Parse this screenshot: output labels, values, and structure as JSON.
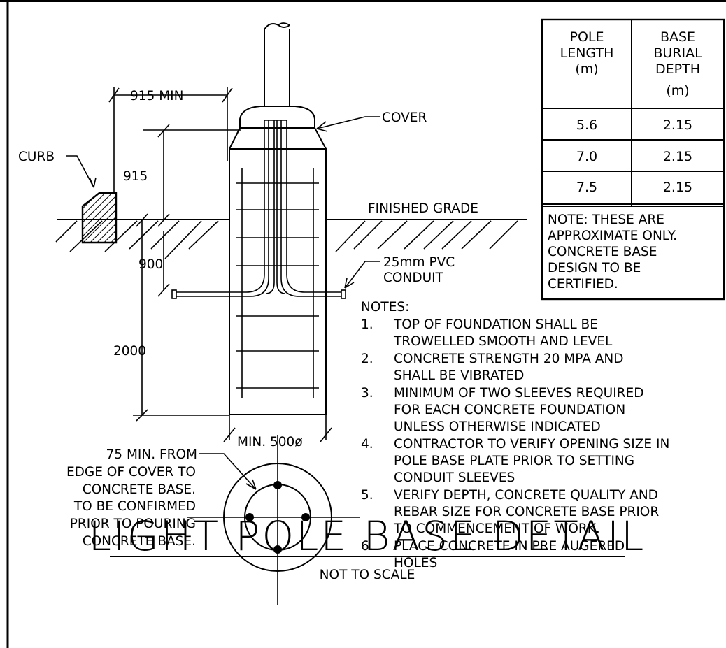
{
  "labels": {
    "dim_915_min": "915 MIN",
    "cover": "COVER",
    "curb": "CURB",
    "dim_915": "915",
    "finished_grade": "FINISHED GRADE",
    "dim_900": "900",
    "conduit_1": "25mm PVC",
    "conduit_2": "CONDUIT",
    "dim_2000": "2000",
    "min_500": "MIN. 500ø"
  },
  "plan_note": [
    "75 MIN. FROM",
    "EDGE OF COVER TO",
    "CONCRETE BASE.",
    "TO BE CONFIRMED",
    "PRIOR TO POURING",
    "CONCRETE BASE."
  ],
  "table": {
    "header_pole": [
      "POLE",
      "LENGTH",
      "(m)"
    ],
    "header_depth": [
      "BASE",
      "BURIAL",
      "DEPTH",
      "(m)"
    ],
    "rows": [
      {
        "pole": "5.6",
        "depth": "2.15"
      },
      {
        "pole": "7.0",
        "depth": "2.15"
      },
      {
        "pole": "7.5",
        "depth": "2.15"
      }
    ],
    "note": [
      "NOTE: THESE ARE",
      "APPROXIMATE ONLY.",
      "CONCRETE BASE",
      "DESIGN TO BE",
      "CERTIFIED."
    ]
  },
  "notes_title": "NOTES:",
  "notes": [
    {
      "num": "1.",
      "lines": [
        "TOP OF FOUNDATION SHALL BE",
        "TROWELLED SMOOTH AND LEVEL"
      ]
    },
    {
      "num": "2.",
      "lines": [
        "CONCRETE STRENGTH 20 MPA AND",
        "SHALL BE VIBRATED"
      ]
    },
    {
      "num": "3.",
      "lines": [
        "MINIMUM OF TWO SLEEVES REQUIRED",
        "FOR EACH CONCRETE FOUNDATION",
        "UNLESS OTHERWISE INDICATED"
      ]
    },
    {
      "num": "4.",
      "lines": [
        "CONTRACTOR TO VERIFY OPENING SIZE IN",
        "POLE BASE PLATE PRIOR TO SETTING",
        "CONDUIT SLEEVES"
      ]
    },
    {
      "num": "5.",
      "lines": [
        "VERIFY DEPTH, CONCRETE QUALITY AND",
        "REBAR SIZE FOR CONCRETE BASE PRIOR",
        "TO COMMENCEMENT OF WORK."
      ]
    },
    {
      "num": "6.",
      "lines": [
        "PLACE CONCRETE IN PRE AUGERED",
        "HOLES"
      ]
    }
  ],
  "title": "LIGHT POLE BASE DETAIL",
  "subtitle": "NOT TO SCALE"
}
